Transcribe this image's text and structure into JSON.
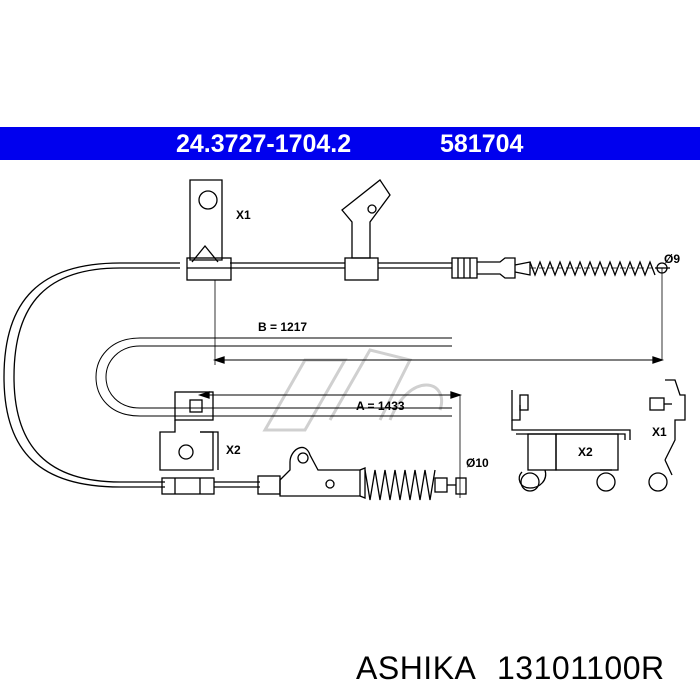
{
  "header": {
    "part_number": "24.3727-1704.2",
    "ref_number": "581704",
    "banner_color": "#0000ee"
  },
  "labels": {
    "x1_top": "X1",
    "x2_left": "X2",
    "x2_detail": "X2",
    "x1_detail": "X1",
    "dim_b": "B = 1217",
    "dim_a": "A = 1433",
    "dia_9": "Ø9",
    "dia_10": "Ø10"
  },
  "footer": {
    "brand": "ASHIKA",
    "part": "13101100R"
  }
}
